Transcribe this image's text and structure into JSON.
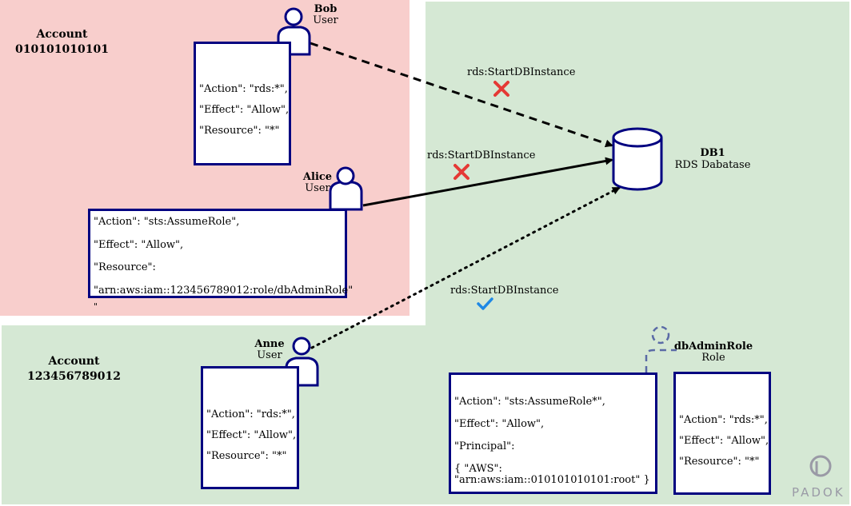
{
  "accounts": {
    "a1": {
      "label": "Account",
      "id": "010101010101"
    },
    "a2": {
      "label": "Account",
      "id": "123456789012"
    }
  },
  "users": {
    "bob": {
      "name": "Bob",
      "type": "User"
    },
    "alice": {
      "name": "Alice",
      "type": "User"
    },
    "anne": {
      "name": "Anne",
      "type": "User"
    }
  },
  "role": {
    "name": "dbAdminRole",
    "type": "Role"
  },
  "database": {
    "name": "DB1",
    "type": "RDS Dabatase"
  },
  "policies": {
    "bob": [
      "\"Action\": \"rds:*\",",
      "\"Effect\": \"Allow\",",
      "\"Resource\": \"*\""
    ],
    "alice": [
      "\"Action\": \"sts:AssumeRole\",",
      "\"Effect\": \"Allow\",",
      "\"Resource\":",
      "\"arn:aws:iam::123456789012:role/dbAdminRole\""
    ],
    "alice_trailing": "\"",
    "anne": [
      "\"Action\": \"rds:*\",",
      "\"Effect\": \"Allow\",",
      "\"Resource\": \"*\""
    ],
    "trust": [
      "\"Action\": \"sts:AssumeRole*\",",
      "\"Effect\": \"Allow\",",
      "\"Principal\":",
      "{ \"AWS\":",
      "\"arn:aws:iam::010101010101:root\" }"
    ],
    "role": [
      "\"Action\": \"rds:*\",",
      "\"Effect\": \"Allow\",",
      "\"Resource\": \"*\""
    ]
  },
  "edges": {
    "bob_db": {
      "label": "rds:StartDBInstance",
      "status": "denied"
    },
    "alice_db": {
      "label": "rds:StartDBInstance",
      "status": "denied"
    },
    "anne_db": {
      "label": "rds:StartDBInstance",
      "status": "allowed"
    }
  },
  "logo": {
    "text": "PADOK"
  },
  "colors": {
    "account1_bg": "#f8cecc",
    "account2_bg": "#d5e8d4",
    "outline": "#000080",
    "deny": "#e53935",
    "allow": "#1e88e5",
    "role_dashed": "#5a6aa6"
  }
}
